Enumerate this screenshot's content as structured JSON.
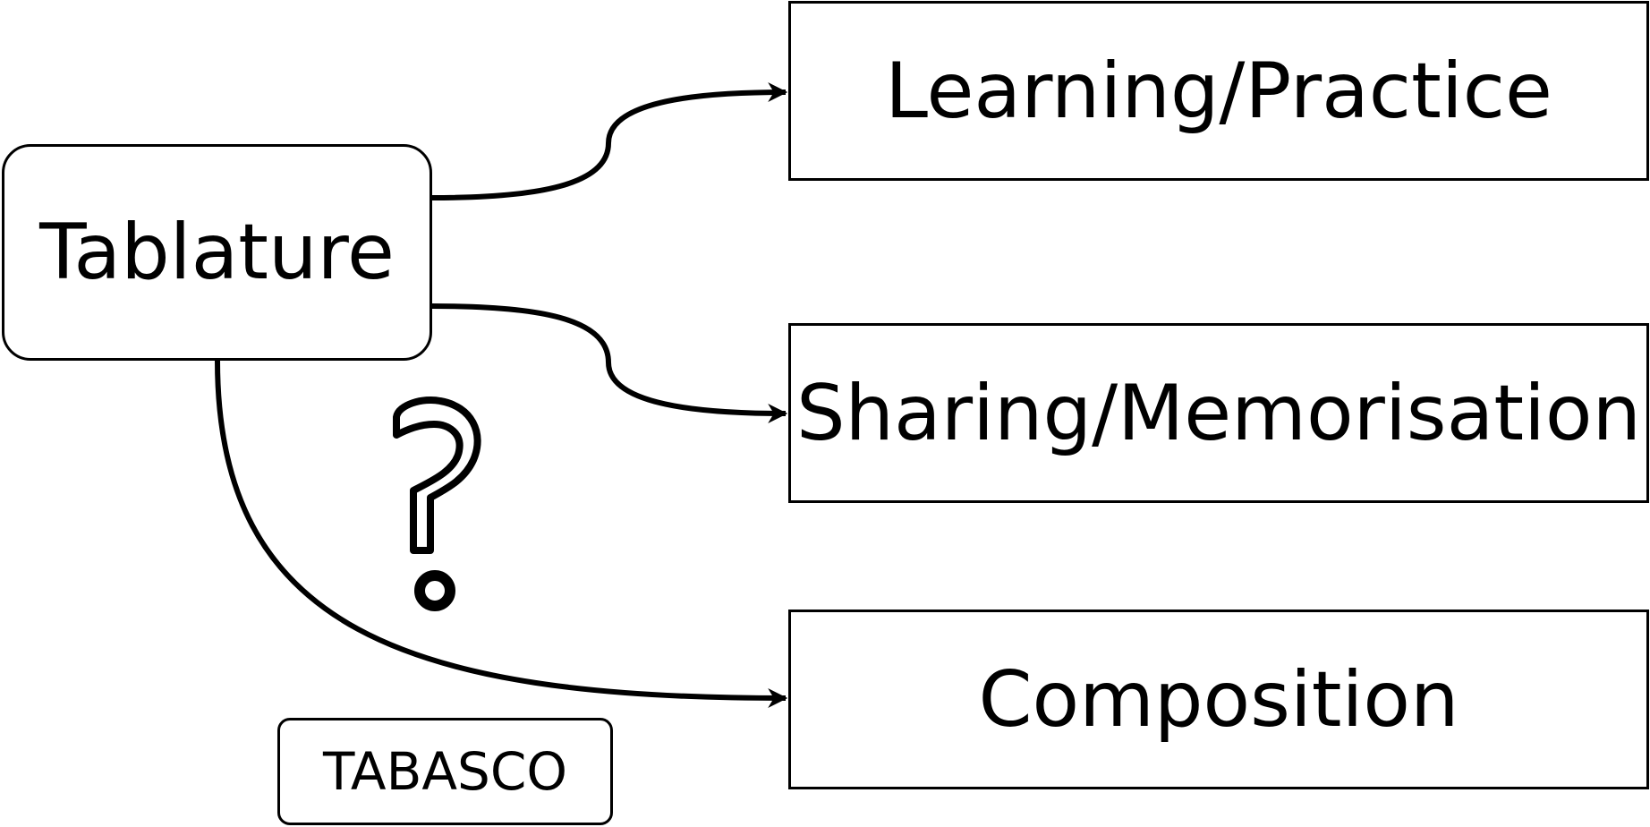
{
  "diagram": {
    "source": {
      "label": "Tablature"
    },
    "targets": [
      {
        "label": "Learning/Practice"
      },
      {
        "label": "Sharing/Memorisation"
      },
      {
        "label": "Composition"
      }
    ],
    "tag": {
      "label": "TABASCO"
    },
    "uncertain_marker_icon": "question-mark-icon",
    "stroke_color": "#000000",
    "background_color": "#ffffff"
  }
}
